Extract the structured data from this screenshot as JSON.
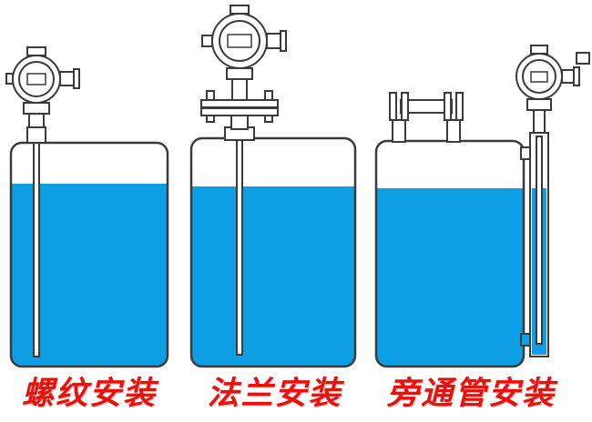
{
  "colors": {
    "background": "#ffffff",
    "liquid": "#0d9ee4",
    "outline": "#3b3b3b",
    "caption": "#e8120c"
  },
  "captions": [
    "螺纹安装",
    "法兰安装",
    "旁通管安装"
  ]
}
